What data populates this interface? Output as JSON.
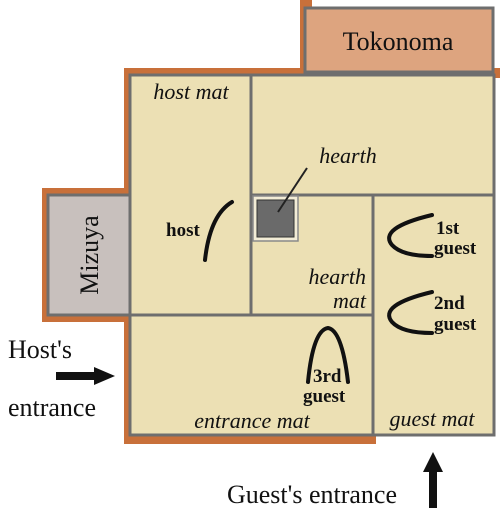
{
  "labels": {
    "tokonoma": "Tokonoma",
    "mizuya": "Mizuya",
    "host_mat": "host mat",
    "hearth": "hearth",
    "hearth_mat_line1": "hearth",
    "hearth_mat_line2": "mat",
    "entrance_mat": "entrance mat",
    "guest_mat": "guest mat",
    "host": "host",
    "guest1_line1": "1st",
    "guest1_line2": "guest",
    "guest2_line1": "2nd",
    "guest2_line2": "guest",
    "guest3_line1": "3rd",
    "guest3_line2": "guest",
    "host_entrance_line1": "Host's",
    "host_entrance_line2": "entrance",
    "guest_entrance": "Guest's entrance"
  },
  "colors": {
    "wall": "#c8703a",
    "tatami": "#ece0b4",
    "tatami_edge": "#6e6e6e",
    "tokonoma": "#dda47f",
    "mizuya": "#c8c0bd",
    "hearth": "#6a6a6a",
    "ink": "#111111"
  }
}
